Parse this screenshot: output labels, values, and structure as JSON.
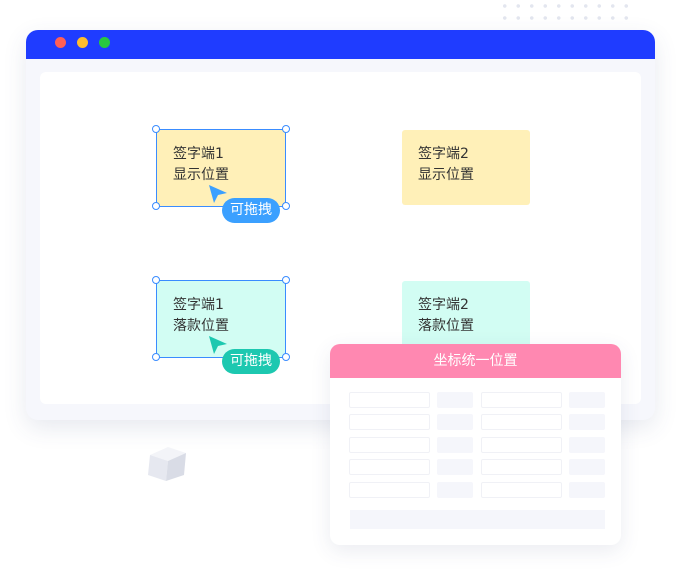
{
  "colors": {
    "titlebar": "#1f3cff",
    "yellow": "#fff0b8",
    "mint": "#d2fdf3",
    "drag_blue": "#3ba0ff",
    "drag_teal": "#1dc8b0",
    "card_header": "#ff88b1"
  },
  "boxes": [
    {
      "line1": "签字端1",
      "line2": "显示位置"
    },
    {
      "line1": "签字端2",
      "line2": "显示位置"
    },
    {
      "line1": "签字端1",
      "line2": "落款位置"
    },
    {
      "line1": "签字端2",
      "line2": "落款位置"
    }
  ],
  "badge": "可拖拽",
  "card": {
    "title": "坐标统一位置"
  }
}
